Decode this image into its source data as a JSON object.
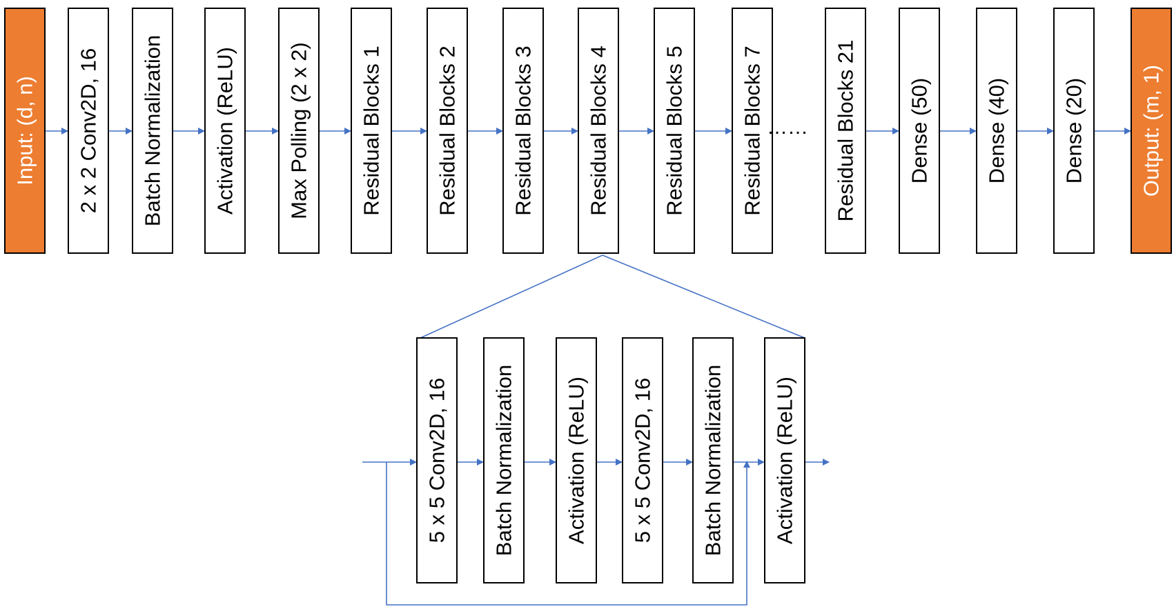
{
  "colors": {
    "io_fill": "#ED7D31",
    "arrow": "#4472C4",
    "box_stroke": "#000000"
  },
  "main_row": [
    {
      "id": "input",
      "label": "Input: (d, n)",
      "kind": "io"
    },
    {
      "id": "conv2d-2x2",
      "label": "2 x 2 Conv2D, 16",
      "kind": "layer"
    },
    {
      "id": "batch-norm",
      "label": "Batch Normalization",
      "kind": "layer"
    },
    {
      "id": "activation",
      "label": "Activation (ReLU)",
      "kind": "layer"
    },
    {
      "id": "max-pooling",
      "label": "Max Polling (2 x 2)",
      "kind": "layer"
    },
    {
      "id": "residual-1",
      "label": "Residual Blocks 1",
      "kind": "layer"
    },
    {
      "id": "residual-2",
      "label": "Residual Blocks 2",
      "kind": "layer"
    },
    {
      "id": "residual-3",
      "label": "Residual Blocks 3",
      "kind": "layer"
    },
    {
      "id": "residual-4",
      "label": "Residual Blocks 4",
      "kind": "layer"
    },
    {
      "id": "residual-5",
      "label": "Residual Blocks 5",
      "kind": "layer"
    },
    {
      "id": "residual-7",
      "label": "Residual Blocks 7",
      "kind": "layer"
    },
    {
      "id": "residual-21",
      "label": "Residual Blocks 21",
      "kind": "layer"
    },
    {
      "id": "dense-50",
      "label": "Dense (50)",
      "kind": "layer"
    },
    {
      "id": "dense-40",
      "label": "Dense (40)",
      "kind": "layer"
    },
    {
      "id": "dense-20",
      "label": "Dense (20)",
      "kind": "layer"
    },
    {
      "id": "output",
      "label": "Output: (m, 1)",
      "kind": "io"
    }
  ],
  "ellipsis": "……",
  "residual_block_detail": [
    {
      "id": "conv2d-5x5-a",
      "label": "5 x 5 Conv2D, 16"
    },
    {
      "id": "batch-norm-a",
      "label": "Batch Normalization"
    },
    {
      "id": "activation-a",
      "label": "Activation (ReLU)"
    },
    {
      "id": "conv2d-5x5-b",
      "label": "5 x 5 Conv2D, 16"
    },
    {
      "id": "batch-norm-b",
      "label": "Batch Normalization"
    },
    {
      "id": "activation-b",
      "label": "Activation (ReLU)"
    }
  ]
}
